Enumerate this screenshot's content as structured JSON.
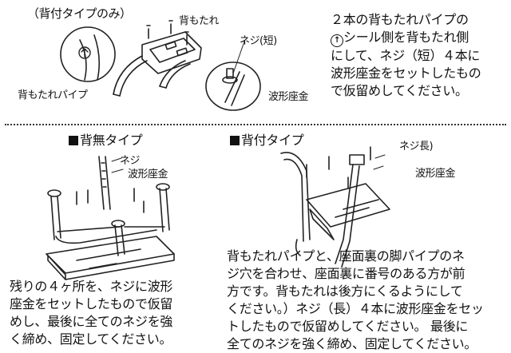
{
  "top": {
    "caption": "（背付タイプのみ）",
    "label_backrest": "背もたれ",
    "label_backrest_pipe": "背もたれパイプ",
    "label_screw_short": "ネジ(短)",
    "label_wave_washer": "波形座金",
    "instruction_lines": [
      "２本の背もたれパイプの",
      "シール側を背もたれ側",
      "にして、ネジ（短）４本に",
      "波形座金をセットしたもの",
      "で仮留めしてください。"
    ]
  },
  "left": {
    "heading": "背無タイプ",
    "label_screw": "ネジ",
    "label_wave_washer": "波形座金",
    "instruction_lines": [
      "残りの４ヶ所を、ネジに波形",
      "座金をセットしたもので仮留",
      "めし、最後に全てのネジを強",
      "く締め、固定してください。"
    ]
  },
  "right": {
    "heading": "背付タイプ",
    "label_screw_long": "ネジ長)",
    "label_wave_washer": "波形座金",
    "instruction_lines": [
      "背もたれパイプと、座面裏の脚パイプのネ",
      "ジ穴を合わせ、座面裏に番号のある方が前",
      "方です。背もたれは後方にくるようにして",
      "ください。）ネジ（長）４本に波形座金をセッ",
      "トしたもので仮留めしてください。 最後に",
      "全てのネジを強く締め、固定してください。"
    ]
  }
}
